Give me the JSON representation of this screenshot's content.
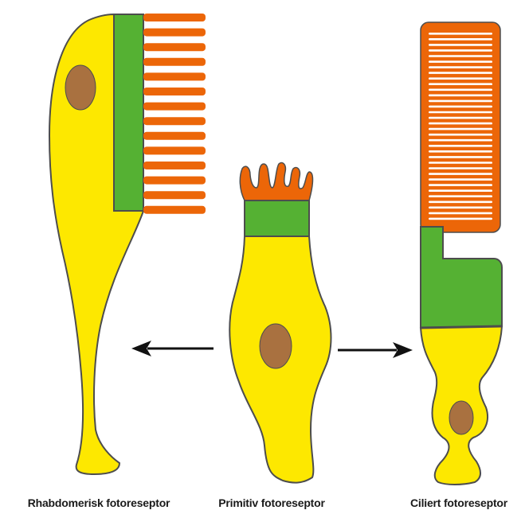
{
  "labels": {
    "rhabdomeric": "Rhabdomerisk fotoreseptor",
    "primitive": "Primitiv fotoreseptor",
    "ciliary": "Ciliert fotoreseptor"
  },
  "colors": {
    "cell_body": "#fde800",
    "nucleus": "#a97140",
    "membrane_base": "#55b133",
    "membrane_folds": "#ec6608",
    "outline": "#4d4d4d",
    "arrow": "#111111"
  }
}
